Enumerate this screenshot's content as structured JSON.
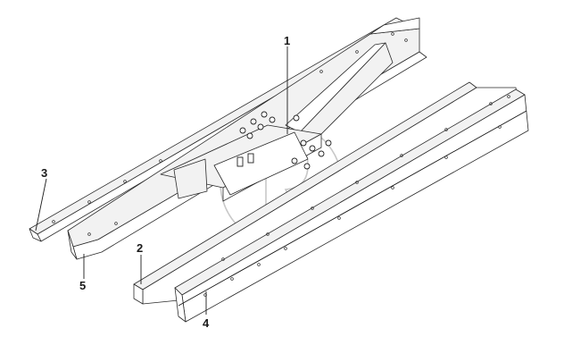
{
  "diagram": {
    "callouts": [
      {
        "id": "1",
        "label": "1"
      },
      {
        "id": "2",
        "label": "2"
      },
      {
        "id": "3",
        "label": "3"
      },
      {
        "id": "4",
        "label": "4"
      },
      {
        "id": "5",
        "label": "5"
      }
    ]
  },
  "colors": {
    "line": "#2a2a2a",
    "background": "#ffffff",
    "watermark": "#c8c8c8"
  }
}
